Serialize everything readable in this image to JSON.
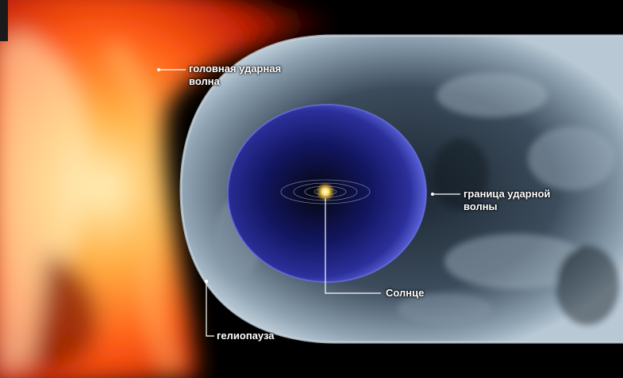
{
  "labels": {
    "bow_shock": {
      "line1": "головная ударная",
      "line2": "волна"
    },
    "termination_shock": {
      "line1": "граница ударной",
      "line2": "волны"
    },
    "sun": "Солнце",
    "heliopause": "гелиопауза"
  },
  "colors": {
    "background": "#000000",
    "heliosheath": "#8fa3b3",
    "heliosphere": "#2b2f9a",
    "bow_shock_plasma": "#ff5a14",
    "sun": "#ffe066",
    "label_text": "#ffffff"
  }
}
